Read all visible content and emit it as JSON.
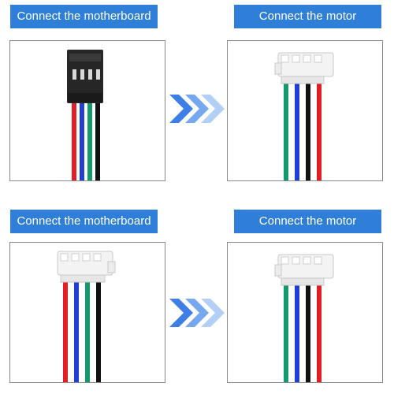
{
  "panels": [
    {
      "label": "Connect the motherboard",
      "connector": "dupont-housing"
    },
    {
      "label": "Connect the motor",
      "connector": "jst-xh-plug"
    },
    {
      "label": "Connect the motherboard",
      "connector": "jst-xh-plug"
    },
    {
      "label": "Connect the motor",
      "connector": "jst-xh-plug"
    }
  ],
  "wire_colors": {
    "left_pair": [
      "#e31e24",
      "#1f3fd6",
      "#129a6a",
      "#111111"
    ],
    "right_pair": [
      "#129a6a",
      "#1f3fd6",
      "#111111",
      "#e31e24"
    ]
  },
  "colors": {
    "label_bg": "#2f7fd9",
    "arrow_dark": "#3d7fe6",
    "arrow_mid": "#76a8ef",
    "arrow_light": "#b4cff6"
  },
  "icons": [
    "chevron-right-icon",
    "chevron-right-icon",
    "chevron-right-icon"
  ]
}
